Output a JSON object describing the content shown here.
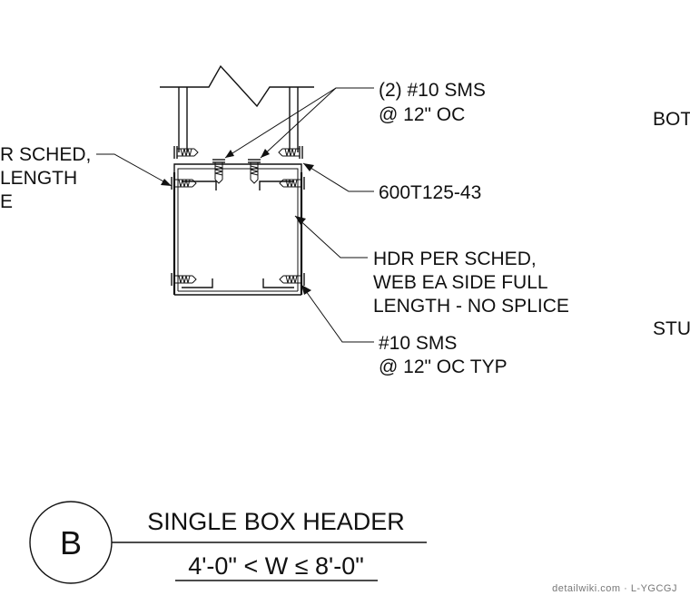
{
  "detail": {
    "notes": {
      "sms_top_1": "(2) #10 SMS",
      "sms_top_2": "@ 12\" OC",
      "track": "600T125-43",
      "hdr_1": "HDR PER SCHED,",
      "hdr_2": "WEB  EA SIDE FULL",
      "hdr_3": "LENGTH - NO SPLICE",
      "sms_typ_1": "#10 SMS",
      "sms_typ_2": "@ 12\" OC TYP"
    },
    "left_cut_notes": [
      "R SCHED,",
      "LENGTH",
      "E"
    ],
    "right_cut_notes": [
      "BOT",
      "STU"
    ],
    "title_block": {
      "letter": "B",
      "title": "SINGLE BOX HEADER",
      "subtitle": "4'-0\" < W ≤ 8'-0\""
    },
    "watermark": "detailwiki.com · L-YGCGJ"
  }
}
